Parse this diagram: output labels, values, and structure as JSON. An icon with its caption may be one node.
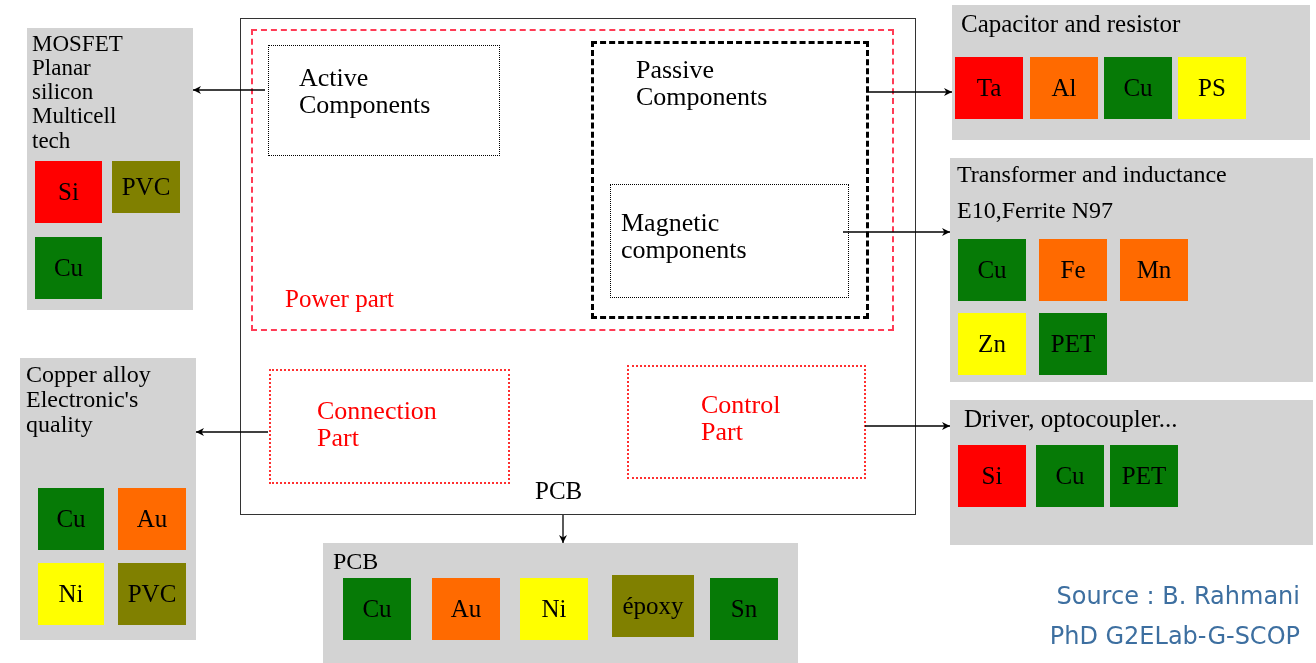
{
  "diagram": {
    "nodes": [
      {
        "text": [],
        "shape": "box"
      },
      {
        "text": [
          "Power part"
        ],
        "in": 0
      },
      {
        "text": [
          "Active Components"
        ],
        "in": 1
      },
      {
        "text": [
          "Passive Components"
        ],
        "in": 1
      },
      {
        "text": [
          "Magnetic components"
        ],
        "in": 3
      },
      {
        "text": [
          "Connection Part"
        ],
        "in": 0
      },
      {
        "text": [
          "Control Part"
        ],
        "in": 0
      },
      {
        "text": [
          "MOSFET Planar silicon Multicell tech"
        ]
      },
      {
        "text": [
          "Si"
        ],
        "in": 7
      },
      {
        "text": [
          "PVC"
        ],
        "in": 7
      },
      {
        "text": [
          "Cu"
        ],
        "in": 7
      },
      {
        "text": [
          "Copper alloy Electronic's quality"
        ]
      },
      {
        "text": [
          "Cu"
        ],
        "in": 11
      },
      {
        "text": [
          "Au"
        ],
        "in": 11
      },
      {
        "text": [
          "Ni"
        ],
        "in": 11
      },
      {
        "text": [
          "PVC"
        ],
        "in": 11
      },
      {
        "text": [
          "PCB"
        ]
      },
      {
        "text": [
          "Cu"
        ],
        "in": 16
      },
      {
        "text": [
          "Au"
        ],
        "in": 16
      },
      {
        "text": [
          "Ni"
        ],
        "in": 16
      },
      {
        "text": [
          "époxy"
        ],
        "in": 16
      },
      {
        "text": [
          "Sn"
        ],
        "in": 16
      },
      {
        "text": [
          "Capacitor and resistor"
        ]
      },
      {
        "text": [
          "Ta"
        ],
        "in": 22
      },
      {
        "text": [
          "Al"
        ],
        "in": 22
      },
      {
        "text": [
          "Cu"
        ],
        "in": 22
      },
      {
        "text": [
          "PS"
        ],
        "in": 22
      },
      {
        "text": [
          "Transformer and inductance",
          "E10,Ferrite N97"
        ]
      },
      {
        "text": [
          "Cu"
        ],
        "in": 27
      },
      {
        "text": [
          "Fe"
        ],
        "in": 27
      },
      {
        "text": [
          "Mn"
        ],
        "in": 27
      },
      {
        "text": [
          "Zn"
        ],
        "in": 27
      },
      {
        "text": [
          "PET"
        ],
        "in": 27
      },
      {
        "text": [
          "Driver, optocoupler..."
        ]
      },
      {
        "text": [
          "Si"
        ],
        "in": 33
      },
      {
        "text": [
          "Cu"
        ],
        "in": 33
      },
      {
        "text": [
          "PET"
        ],
        "in": 33
      }
    ],
    "edges": [
      {
        "from": 2,
        "to": 7,
        "arrow": "to"
      },
      {
        "from": 3,
        "to": 22,
        "arrow": "to"
      },
      {
        "from": 4,
        "to": 27,
        "arrow": "to"
      },
      {
        "from": 5,
        "to": 11,
        "arrow": "to"
      },
      {
        "from": 6,
        "to": 33,
        "arrow": "to"
      },
      {
        "from": 0,
        "to": 16,
        "arrow": "to",
        "label": "PCB"
      }
    ],
    "labels": [
      "Source : B. Rahmani",
      "PhD G2ELab-G-SCOP"
    ]
  }
}
